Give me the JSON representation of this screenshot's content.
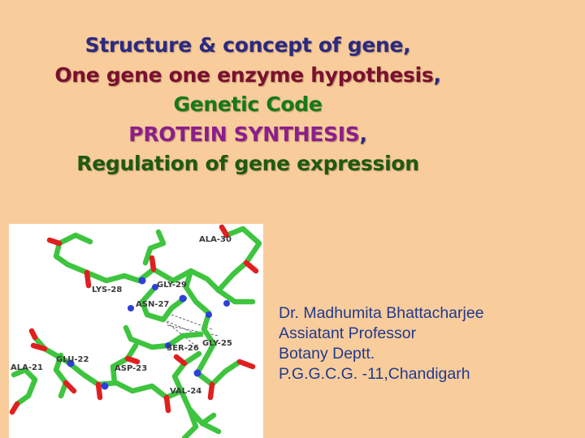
{
  "title": {
    "line1": "Structure & concept of gene,",
    "line2": "One gene one enzyme hypothesis",
    "line2_punct": ",",
    "line3": "Genetic Code",
    "line4": "PROTEIN SYNTHESIS",
    "line4_punct": ",",
    "line5": "Regulation of gene expression"
  },
  "figure": {
    "residue_labels": [
      "ALA-30",
      "LYS-28",
      "GLY-29",
      "ASN-27",
      "SER-26",
      "GLY-25",
      "ALA-21",
      "GLU-22",
      "ASP-23",
      "VAL-24"
    ]
  },
  "author": {
    "name": "Dr. Madhumita Bhattacharjee",
    "position": "Assiatant Professor",
    "department": "Botany Deptt.",
    "institution": "P.G.G.C.G. -11,Chandigarh"
  },
  "colors": {
    "background": "#f9cc9c",
    "carbon": "#3ec43e",
    "nitrogen": "#2f3fd8",
    "oxygen": "#e02020",
    "author_text": "#1f3a8c"
  }
}
